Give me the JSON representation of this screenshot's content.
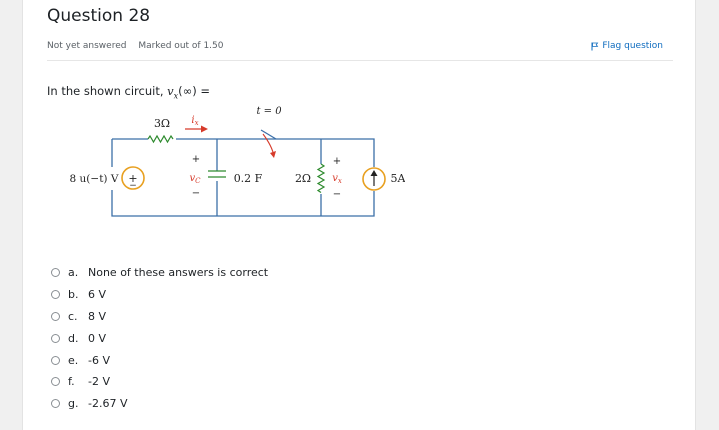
{
  "question": {
    "title": "Question 28",
    "status": "Not yet answered",
    "marks": "Marked out of 1.50",
    "flag_label": "Flag question",
    "prompt_prefix": "In the shown circuit, ",
    "prompt_var": "v",
    "prompt_sub": "x",
    "prompt_suffix": "(∞) ="
  },
  "circuit": {
    "resistor1": "3Ω",
    "current_label": "i",
    "current_sub": "x",
    "switch_label": "t = 0",
    "source_voltage": "8 u(−t) V",
    "cap_voltage": "v",
    "cap_voltage_sub": "C",
    "capacitor": "0.2 F",
    "resistor2": "2Ω",
    "res_voltage": "v",
    "res_voltage_sub": "x",
    "current_source": "5A",
    "plus": "+",
    "minus": "−"
  },
  "answers": [
    {
      "letter": "a.",
      "text": "None of these answers is correct"
    },
    {
      "letter": "b.",
      "text": "6 V"
    },
    {
      "letter": "c.",
      "text": "8 V"
    },
    {
      "letter": "d.",
      "text": "0 V"
    },
    {
      "letter": "e.",
      "text": "-6 V"
    },
    {
      "letter": "f.",
      "text": "-2 V"
    },
    {
      "letter": "g.",
      "text": "-2.67 V"
    }
  ],
  "colors": {
    "wire": "#3b6fa8",
    "source": "#e8a020",
    "arrow": "#d63a2a",
    "link": "#0f6cbf"
  }
}
